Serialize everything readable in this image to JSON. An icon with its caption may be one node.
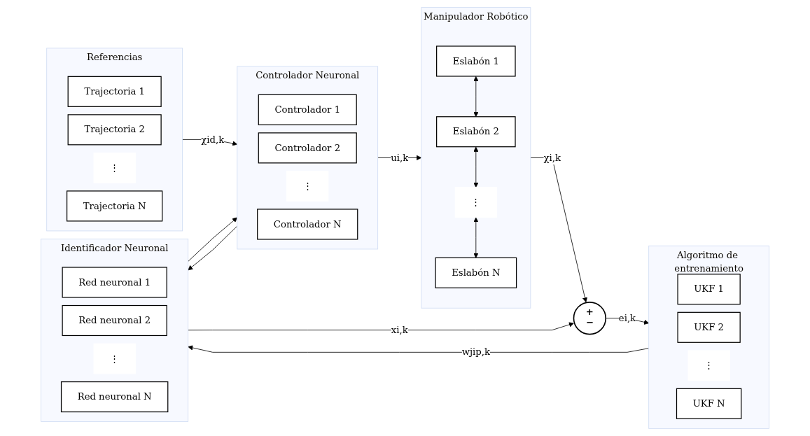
{
  "diagram": {
    "nodes": [
      {
        "text": [
          "Referencias"
        ]
      },
      {
        "text": [
          "Trajectoria 1"
        ],
        "in": 0
      },
      {
        "text": [
          "Trajectoria 2"
        ],
        "in": 0
      },
      {
        "text": [
          "⋮"
        ],
        "in": 0
      },
      {
        "text": [
          "Trajectoria N"
        ],
        "in": 0
      },
      {
        "text": [
          "Controlador Neuronal"
        ]
      },
      {
        "text": [
          "Controlador 1"
        ],
        "in": 5
      },
      {
        "text": [
          "Controlador 2"
        ],
        "in": 5
      },
      {
        "text": [
          "⋮"
        ],
        "in": 5
      },
      {
        "text": [
          "Controlador N"
        ],
        "in": 5
      },
      {
        "text": [
          "Manipulador Robótico"
        ]
      },
      {
        "text": [
          "Eslabón 1"
        ],
        "in": 10
      },
      {
        "text": [
          "Eslabón 2"
        ],
        "in": 10
      },
      {
        "text": [
          "⋮"
        ],
        "in": 10
      },
      {
        "text": [
          "Eslabón N"
        ],
        "in": 10
      },
      {
        "text": [
          "Algoritmo de entrenamiento"
        ]
      },
      {
        "text": [
          "UKF 1"
        ],
        "in": 15
      },
      {
        "text": [
          "UKF 2"
        ],
        "in": 15
      },
      {
        "text": [
          "⋮"
        ],
        "in": 15
      },
      {
        "text": [
          "UKF N"
        ],
        "in": 15
      },
      {
        "text": [
          "+",
          "−"
        ]
      },
      {
        "text": [
          "Identificador Neuronal"
        ]
      },
      {
        "text": [
          "Red neuronal 1"
        ],
        "in": 21
      },
      {
        "text": [
          "Red neuronal 2"
        ],
        "in": 21
      },
      {
        "text": [
          "⋮"
        ],
        "in": 21
      },
      {
        "text": [
          "Red neuronal N"
        ],
        "in": 21
      }
    ],
    "edges": [
      {
        "from": 0,
        "to": 5,
        "arrow": "to",
        "label": "χid,k"
      },
      {
        "from": 5,
        "to": 10,
        "arrow": "to",
        "label": "ui,k"
      },
      {
        "from": 5,
        "to": 21,
        "arrow": "to"
      },
      {
        "from": 10,
        "to": 20,
        "arrow": "to",
        "label": "χi,k"
      },
      {
        "from": 20,
        "to": 15,
        "arrow": "to",
        "label": "ei,k"
      },
      {
        "from": 15,
        "to": 21,
        "arrow": "to",
        "label": "wjip,k"
      },
      {
        "from": 21,
        "to": 20,
        "arrow": "to",
        "label": "xi,k"
      },
      {
        "from": 21,
        "to": 5,
        "arrow": "to"
      },
      {
        "from": 11,
        "to": 12,
        "arrow": "both"
      },
      {
        "from": 12,
        "to": 13,
        "arrow": "both"
      },
      {
        "from": 13,
        "to": 14,
        "arrow": "both"
      }
    ]
  }
}
